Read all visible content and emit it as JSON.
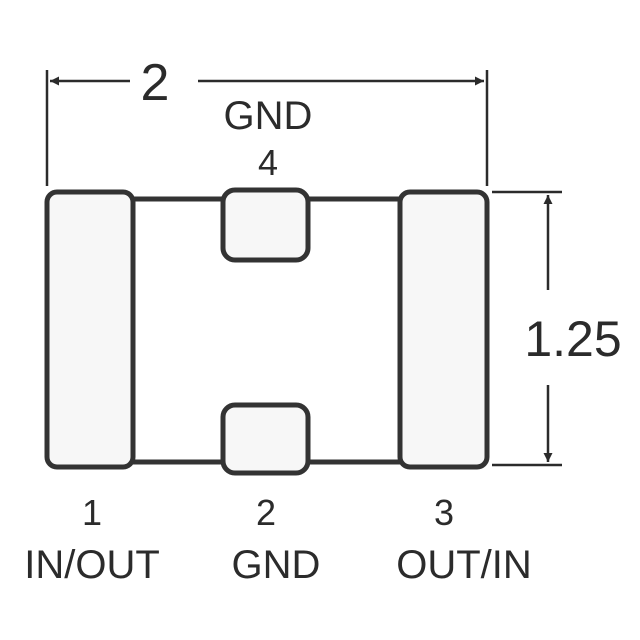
{
  "dimensions": {
    "width_label": "2",
    "height_label": "1.25"
  },
  "top_pad": {
    "name": "GND",
    "number": "4"
  },
  "bottom_labels": [
    {
      "number": "1",
      "name": "IN/OUT"
    },
    {
      "number": "2",
      "name": "GND"
    },
    {
      "number": "3",
      "name": "OUT/IN"
    }
  ],
  "colors": {
    "stroke": "#333333",
    "pad_fill": "#f7f7f7"
  }
}
